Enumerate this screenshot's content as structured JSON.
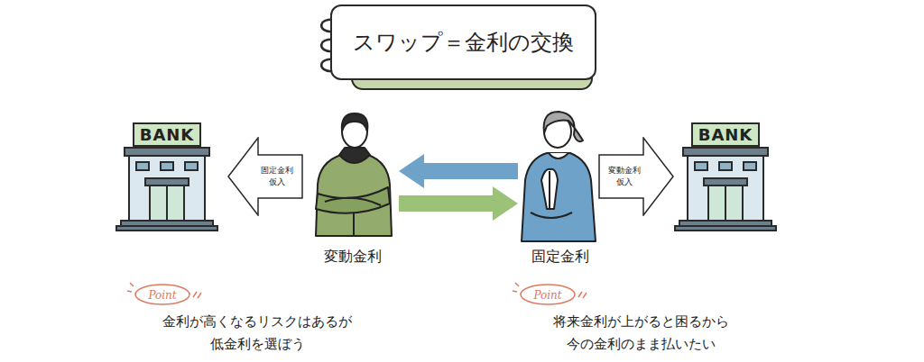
{
  "diagram": {
    "nodes": [
      {
        "text": [
          "スワップ＝金利の交換"
        ]
      },
      {
        "text": [
          "BANK"
        ]
      },
      {
        "text": [
          "固定金利 仮入"
        ]
      },
      {
        "text": [
          "変動金利"
        ]
      },
      {
        "text": [
          "固定金利"
        ]
      },
      {
        "text": [
          "変動金利 仮入"
        ]
      },
      {
        "text": [
          "BANK"
        ]
      }
    ],
    "edges": [
      {
        "from": 4,
        "to": 3,
        "arrow": "to"
      },
      {
        "from": 3,
        "to": 4,
        "arrow": "to"
      }
    ],
    "labels": [
      "Point",
      "金利が高くなるリスクはあるが 低金利を選ぼう",
      "Point",
      "将来金利が上がると困るから 今の金利のまま払いたい"
    ]
  }
}
